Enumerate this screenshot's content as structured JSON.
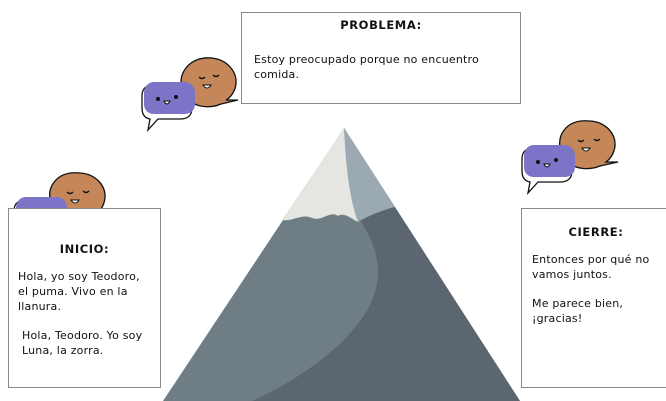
{
  "problem": {
    "title": "PROBLEMA:",
    "text": "Estoy preocupado porque no encuentro comida."
  },
  "start": {
    "title": "INICIO:",
    "text_1": "Hola, yo soy Teodoro, el puma. Vivo en la llanura.",
    "text_2": "Hola, Teodoro. Yo soy Luna, la zorra."
  },
  "end": {
    "title": "CIERRE:",
    "text_1": "Entonces por qué no vamos juntos.",
    "text_2": "Me parece bien, ¡gracias!"
  },
  "icons": {
    "bubble_purple": "speech-bubble-purple-face",
    "bubble_orange": "speech-bubble-orange-face",
    "mountain": "mountain-illustration"
  },
  "colors": {
    "bubble_purple": "#7c74c7",
    "bubble_orange": "#c5875a",
    "mountain_dark": "#5b6670",
    "mountain_mid": "#6f7d85",
    "mountain_light": "#9aa9b2",
    "snow": "#e5e6e2"
  }
}
